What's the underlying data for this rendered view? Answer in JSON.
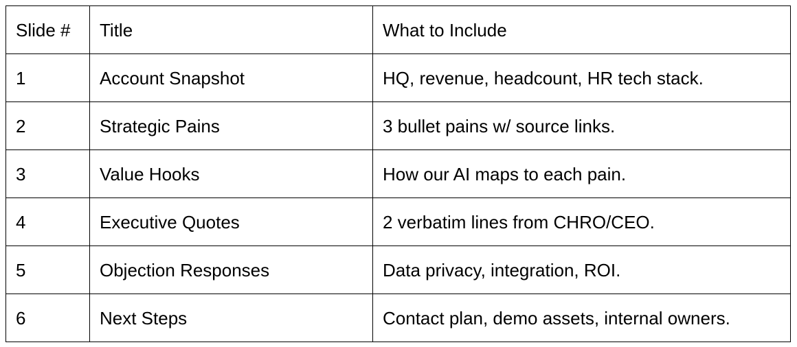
{
  "table": {
    "headers": [
      "Slide #",
      "Title",
      "What to Include"
    ],
    "rows": [
      [
        "1",
        "Account Snapshot",
        "HQ, revenue, headcount, HR tech stack."
      ],
      [
        "2",
        "Strategic Pains",
        "3 bullet pains w/ source links."
      ],
      [
        "3",
        "Value Hooks",
        "How our AI maps to each pain."
      ],
      [
        "4",
        "Executive Quotes",
        "2 verbatim lines from CHRO/CEO."
      ],
      [
        "5",
        "Objection Responses",
        "Data privacy, integration, ROI."
      ],
      [
        "6",
        "Next Steps",
        "Contact plan, demo assets, internal owners."
      ]
    ]
  }
}
